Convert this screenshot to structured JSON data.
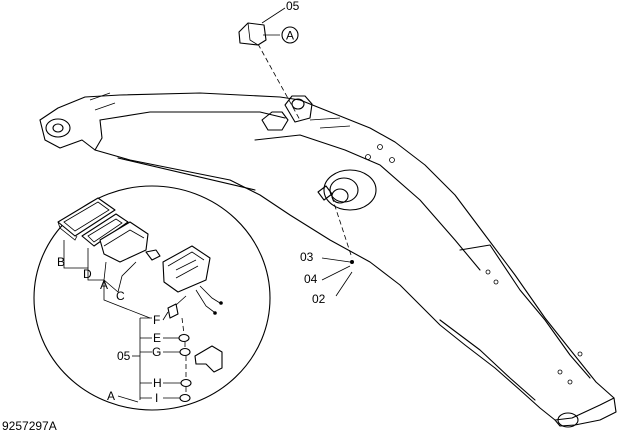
{
  "figure_code": "9257297A",
  "part_labels": {
    "p05_top": "05",
    "p03": "03",
    "p04": "04",
    "p02": "02",
    "p05_detail": "05"
  },
  "callout": {
    "circle_letter": "A",
    "detail_letter": "A"
  },
  "detail_letters": {
    "B": "B",
    "D": "D",
    "A": "A",
    "C": "C",
    "F": "F",
    "E": "E",
    "G": "G",
    "H": "H",
    "I": "I"
  }
}
